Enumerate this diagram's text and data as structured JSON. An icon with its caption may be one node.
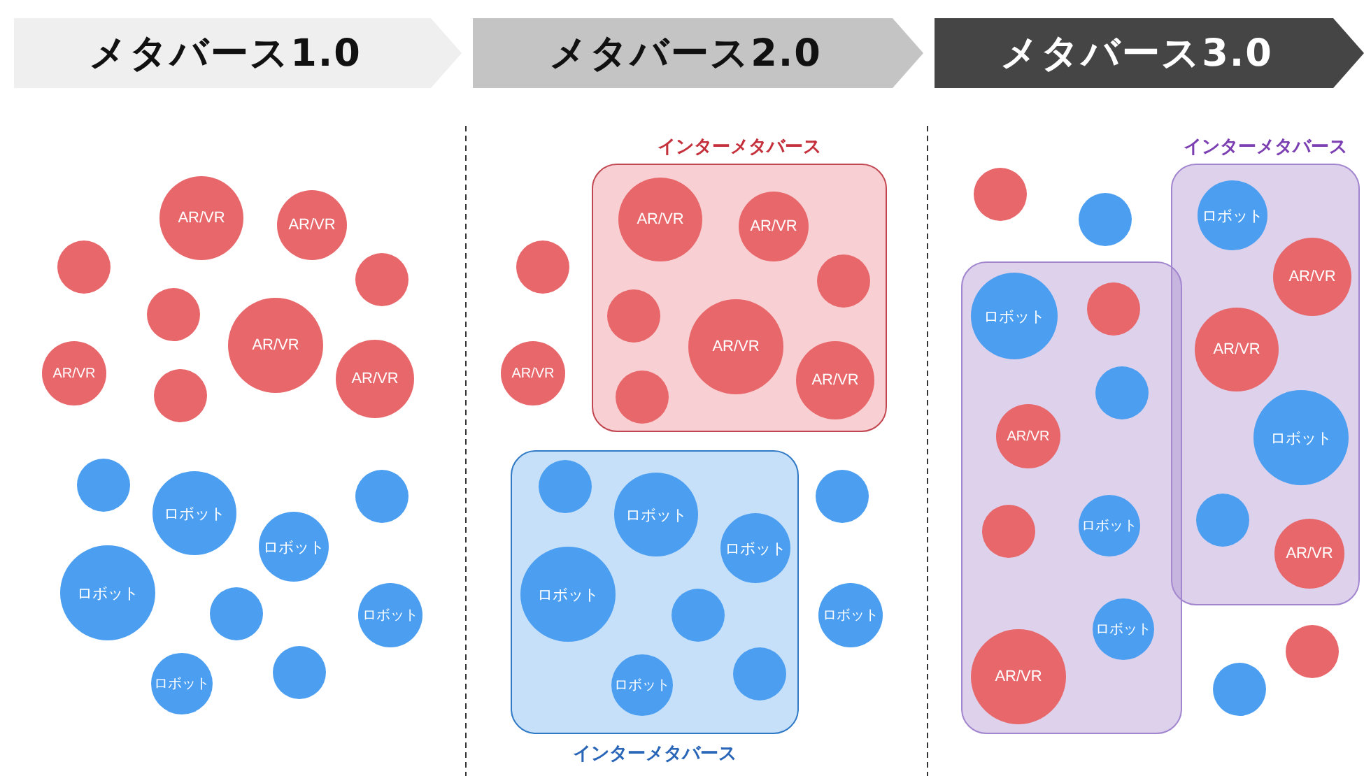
{
  "diagram": {
    "nodes": [
      {
        "text": [
          "メタバース1.0"
        ]
      },
      {
        "text": [
          "メタバース2.0"
        ]
      },
      {
        "text": [
          "メタバース3.0"
        ]
      },
      {
        "text": [
          "AR/VR"
        ]
      },
      {
        "text": [
          "AR/VR"
        ]
      },
      {
        "text": [],
        "shape": "circle"
      },
      {
        "text": [],
        "shape": "circle"
      },
      {
        "text": [],
        "shape": "circle"
      },
      {
        "text": [
          "AR/VR"
        ]
      },
      {
        "text": [
          "AR/VR"
        ]
      },
      {
        "text": [
          "AR/VR"
        ]
      },
      {
        "text": [],
        "shape": "circle"
      },
      {
        "text": [],
        "shape": "circle"
      },
      {
        "text": [
          "ロボット"
        ]
      },
      {
        "text": [],
        "shape": "circle"
      },
      {
        "text": [
          "ロボット"
        ]
      },
      {
        "text": [
          "ロボット"
        ]
      },
      {
        "text": [],
        "shape": "circle"
      },
      {
        "text": [
          "ロボット"
        ]
      },
      {
        "text": [],
        "shape": "circle"
      },
      {
        "text": [
          "ロボット"
        ]
      },
      {
        "text": [
          "インターメタバース"
        ]
      },
      {
        "text": [
          "AR/VR"
        ],
        "in": 21
      },
      {
        "text": [
          "AR/VR"
        ],
        "in": 21
      },
      {
        "text": [],
        "shape": "circle"
      },
      {
        "text": [],
        "shape": "circle",
        "in": 21
      },
      {
        "text": [],
        "shape": "circle",
        "in": 21
      },
      {
        "text": [
          "AR/VR"
        ],
        "in": 21
      },
      {
        "text": [
          "AR/VR"
        ]
      },
      {
        "text": [
          "AR/VR"
        ],
        "in": 21
      },
      {
        "text": [],
        "shape": "circle",
        "in": 21
      },
      {
        "text": [
          "インターメタバース"
        ]
      },
      {
        "text": [],
        "shape": "circle",
        "in": 31
      },
      {
        "text": [
          "ロボット"
        ],
        "in": 31
      },
      {
        "text": [],
        "shape": "circle"
      },
      {
        "text": [
          "ロボット"
        ],
        "in": 31
      },
      {
        "text": [
          "ロボット"
        ],
        "in": 31
      },
      {
        "text": [],
        "shape": "circle",
        "in": 31
      },
      {
        "text": [
          "ロボット"
        ]
      },
      {
        "text": [
          "ロボット"
        ],
        "in": 31
      },
      {
        "text": [],
        "shape": "circle",
        "in": 31
      },
      {
        "text": [],
        "shape": "circle"
      },
      {
        "text": [],
        "shape": "circle"
      },
      {
        "text": [
          "インターメタバース"
        ]
      },
      {
        "text": [
          "ロボット"
        ],
        "in": 43
      },
      {
        "text": [
          "AR/VR"
        ],
        "in": 43
      },
      {
        "text": [
          "AR/VR"
        ],
        "in": 43
      },
      {
        "text": [
          "ロボット"
        ],
        "in": 43
      },
      {
        "text": [],
        "shape": "circle",
        "in": 43
      },
      {
        "text": [
          "AR/VR"
        ],
        "in": 43
      },
      {
        "text": [],
        "shape": "box"
      },
      {
        "text": [
          "ロボット"
        ],
        "in": 50
      },
      {
        "text": [],
        "shape": "circle",
        "in": 50
      },
      {
        "text": [],
        "shape": "circle",
        "in": 50
      },
      {
        "text": [
          "AR/VR"
        ],
        "in": 50
      },
      {
        "text": [],
        "shape": "circle",
        "in": 50
      },
      {
        "text": [
          "ロボット"
        ],
        "in": 50
      },
      {
        "text": [
          "ロボット"
        ],
        "in": 50
      },
      {
        "text": [
          "AR/VR"
        ],
        "in": 50
      },
      {
        "text": [],
        "shape": "circle"
      },
      {
        "text": [],
        "shape": "circle"
      }
    ]
  }
}
